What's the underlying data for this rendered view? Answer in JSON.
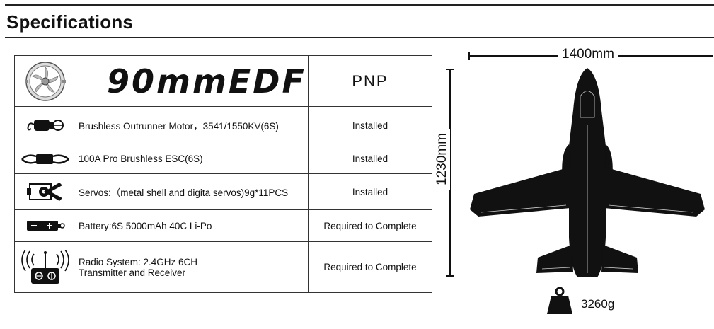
{
  "header": {
    "title": "Specifications"
  },
  "spec_table": {
    "product_name": "90mmEDF",
    "version": "PNP",
    "rows": [
      {
        "description": "Brushless Outrunner Motor，3541/1550KV(6S)",
        "status": "Installed",
        "icon": "motor-icon"
      },
      {
        "description": "100A  Pro Brushless  ESC(6S)",
        "status": "Installed",
        "icon": "esc-icon"
      },
      {
        "description": "Servos:（metal shell and digita servos)9g*11PCS",
        "status": "Installed",
        "icon": "servo-icon"
      },
      {
        "description": "Battery:6S 5000mAh 40C Li-Po",
        "status": "Required to Complete",
        "icon": "battery-icon"
      },
      {
        "description_line1": "Radio System: 2.4GHz 6CH",
        "description_line2": "Transmitter and Receiver",
        "status": "Required to Complete",
        "icon": "radio-transmitter-icon"
      }
    ]
  },
  "dimensions": {
    "wingspan": "1400mm",
    "length": "1230mm",
    "weight": "3260g"
  }
}
